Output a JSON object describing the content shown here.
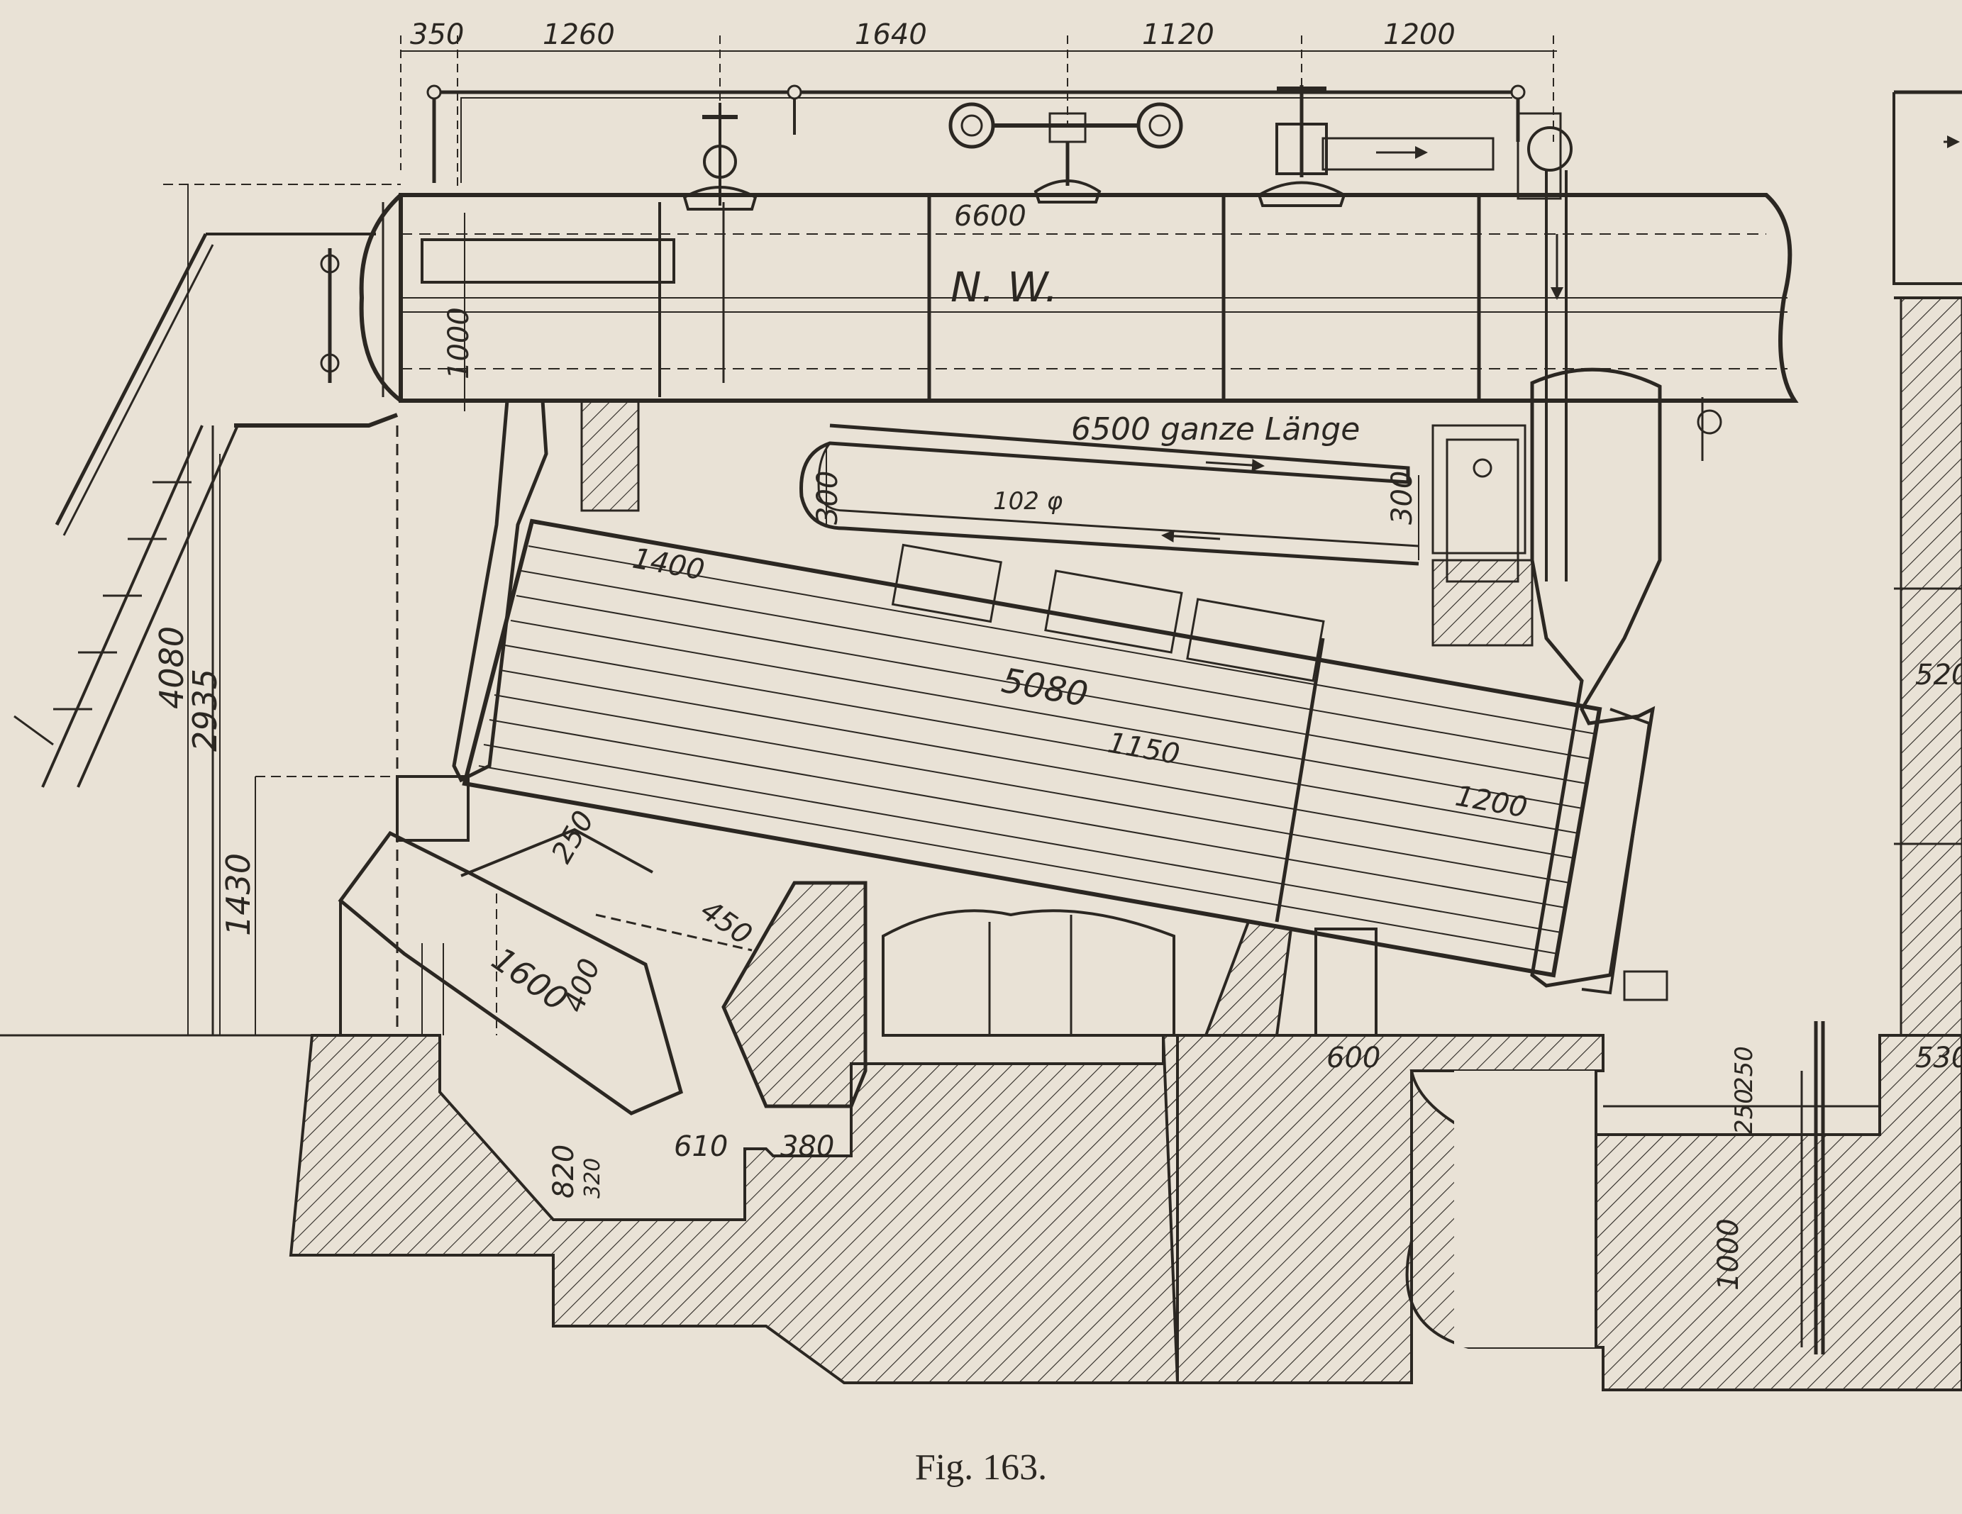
{
  "figure": {
    "caption": "Fig. 163."
  },
  "dimensions_top": [
    "350",
    "1260",
    "1640",
    "1120",
    "1200"
  ],
  "drum": {
    "length_label": "6600",
    "maker_mark": "N. W.",
    "height_label": "1000"
  },
  "tube_bank": {
    "length_label": "5080",
    "mid_label": "1150",
    "rear_label": "1200",
    "top_label": "1400"
  },
  "superheater": {
    "note": "6500 ganze Länge",
    "loop_label": "300",
    "rear_label": "300",
    "pipe_diameter": "102 φ"
  },
  "heights": {
    "total": "4080",
    "drum_axis": "2935",
    "header": "1430"
  },
  "grate": {
    "length": "1600",
    "width": "400",
    "top": "250",
    "front": "450"
  },
  "foundation": {
    "ash_depth": "820",
    "ash_step": "320",
    "pit_width": "610",
    "wall": "380",
    "flue_width": "600",
    "flue_top": "250",
    "flue_step": "250",
    "flue_depth": "1000"
  },
  "side_view": {
    "upper": "520",
    "lower": "530"
  },
  "colors": {
    "paper": "#e9e2d6",
    "ink": "#2b2722"
  }
}
